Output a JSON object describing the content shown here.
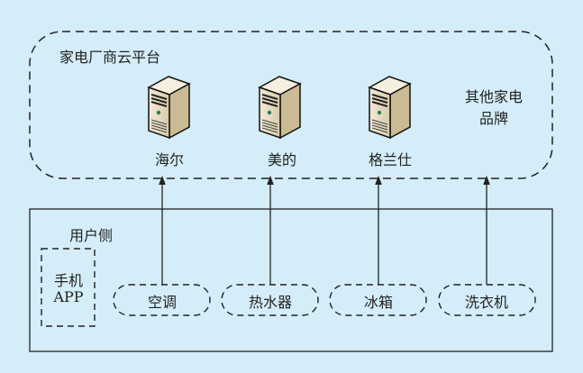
{
  "cloud": {
    "title": "家电厂商云平台",
    "brands": [
      "海尔",
      "美的",
      "格兰仕"
    ],
    "other_brands_line1": "其他家电",
    "other_brands_line2": "品牌"
  },
  "user_side": {
    "title": "用户侧",
    "app_line1": "手机",
    "app_line2": "APP",
    "devices": [
      "空调",
      "热水器",
      "冰箱",
      "洗衣机"
    ]
  }
}
